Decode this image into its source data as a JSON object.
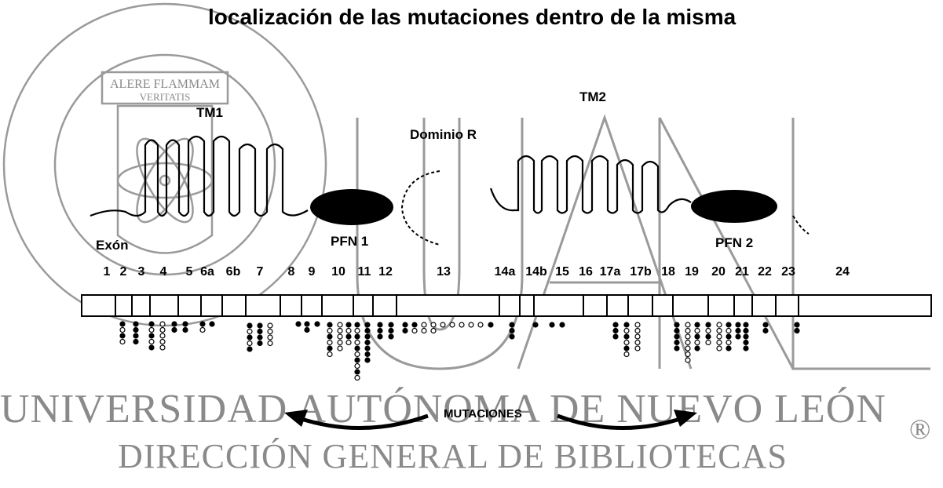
{
  "title": "localización de las mutaciones dentro de la misma",
  "labels": {
    "tm1": "TM1",
    "tm2": "TM2",
    "dominio_r": "Dominio R",
    "pfn1": "PFN 1",
    "pfn2": "PFN 2",
    "exon": "Exón",
    "mutaciones": "MUTACIONES"
  },
  "exons": [
    "1",
    "2",
    "3",
    "4",
    "5",
    "6a",
    "6b",
    "7",
    "8",
    "9",
    "10",
    "11",
    "12",
    "13",
    "14a",
    "14b",
    "15",
    "16",
    "17a",
    "17b",
    "18",
    "19",
    "20",
    "21",
    "22",
    "23",
    "24"
  ],
  "watermark": {
    "seal_top": "ALERE FLAMMAM",
    "seal_bottom": "VERITATIS",
    "university": "UNIVERSIDAD AUTÓNOMA DE NUEVO LEÓN",
    "direction": "DIRECCIÓN GENERAL DE BIBLIOTECAS",
    "registered": "®"
  }
}
